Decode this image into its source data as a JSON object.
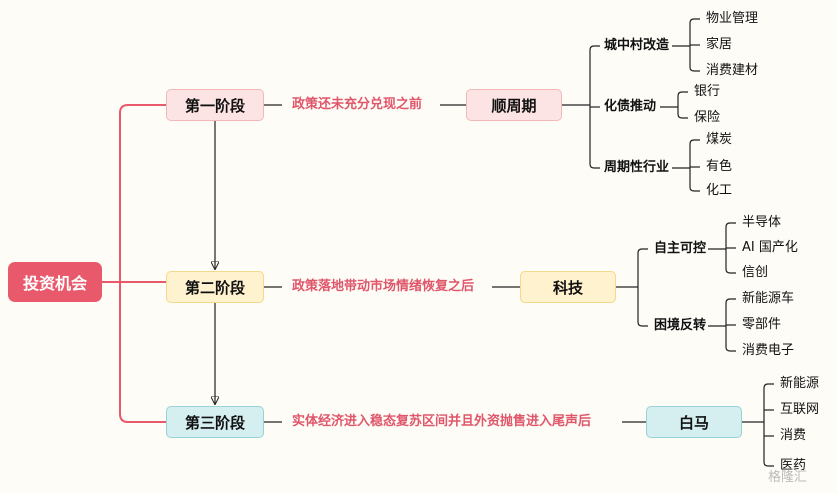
{
  "root": {
    "label": "投资机会"
  },
  "stages": [
    {
      "label": "第一阶段",
      "condition": "政策还未充分兑现之前",
      "theme": "顺周期",
      "groups": [
        {
          "label": "城中村改造",
          "items": [
            "物业管理",
            "家居",
            "消费建材"
          ]
        },
        {
          "label": "化债推动",
          "items": [
            "银行",
            "保险"
          ]
        },
        {
          "label": "周期性行业",
          "items": [
            "煤炭",
            "有色",
            "化工"
          ]
        }
      ]
    },
    {
      "label": "第二阶段",
      "condition": "政策落地带动市场情绪恢复之后",
      "theme": "科技",
      "groups": [
        {
          "label": "自主可控",
          "items": [
            "半导体",
            "AI 国产化",
            "信创"
          ]
        },
        {
          "label": "困境反转",
          "items": [
            "新能源车",
            "零部件",
            "消费电子"
          ]
        }
      ]
    },
    {
      "label": "第三阶段",
      "condition": "实体经济进入稳态复苏区间并且外资抛售进入尾声后",
      "theme": "白马",
      "items": [
        "新能源",
        "互联网",
        "消费",
        "医药"
      ]
    }
  ],
  "watermark": "格隆汇"
}
